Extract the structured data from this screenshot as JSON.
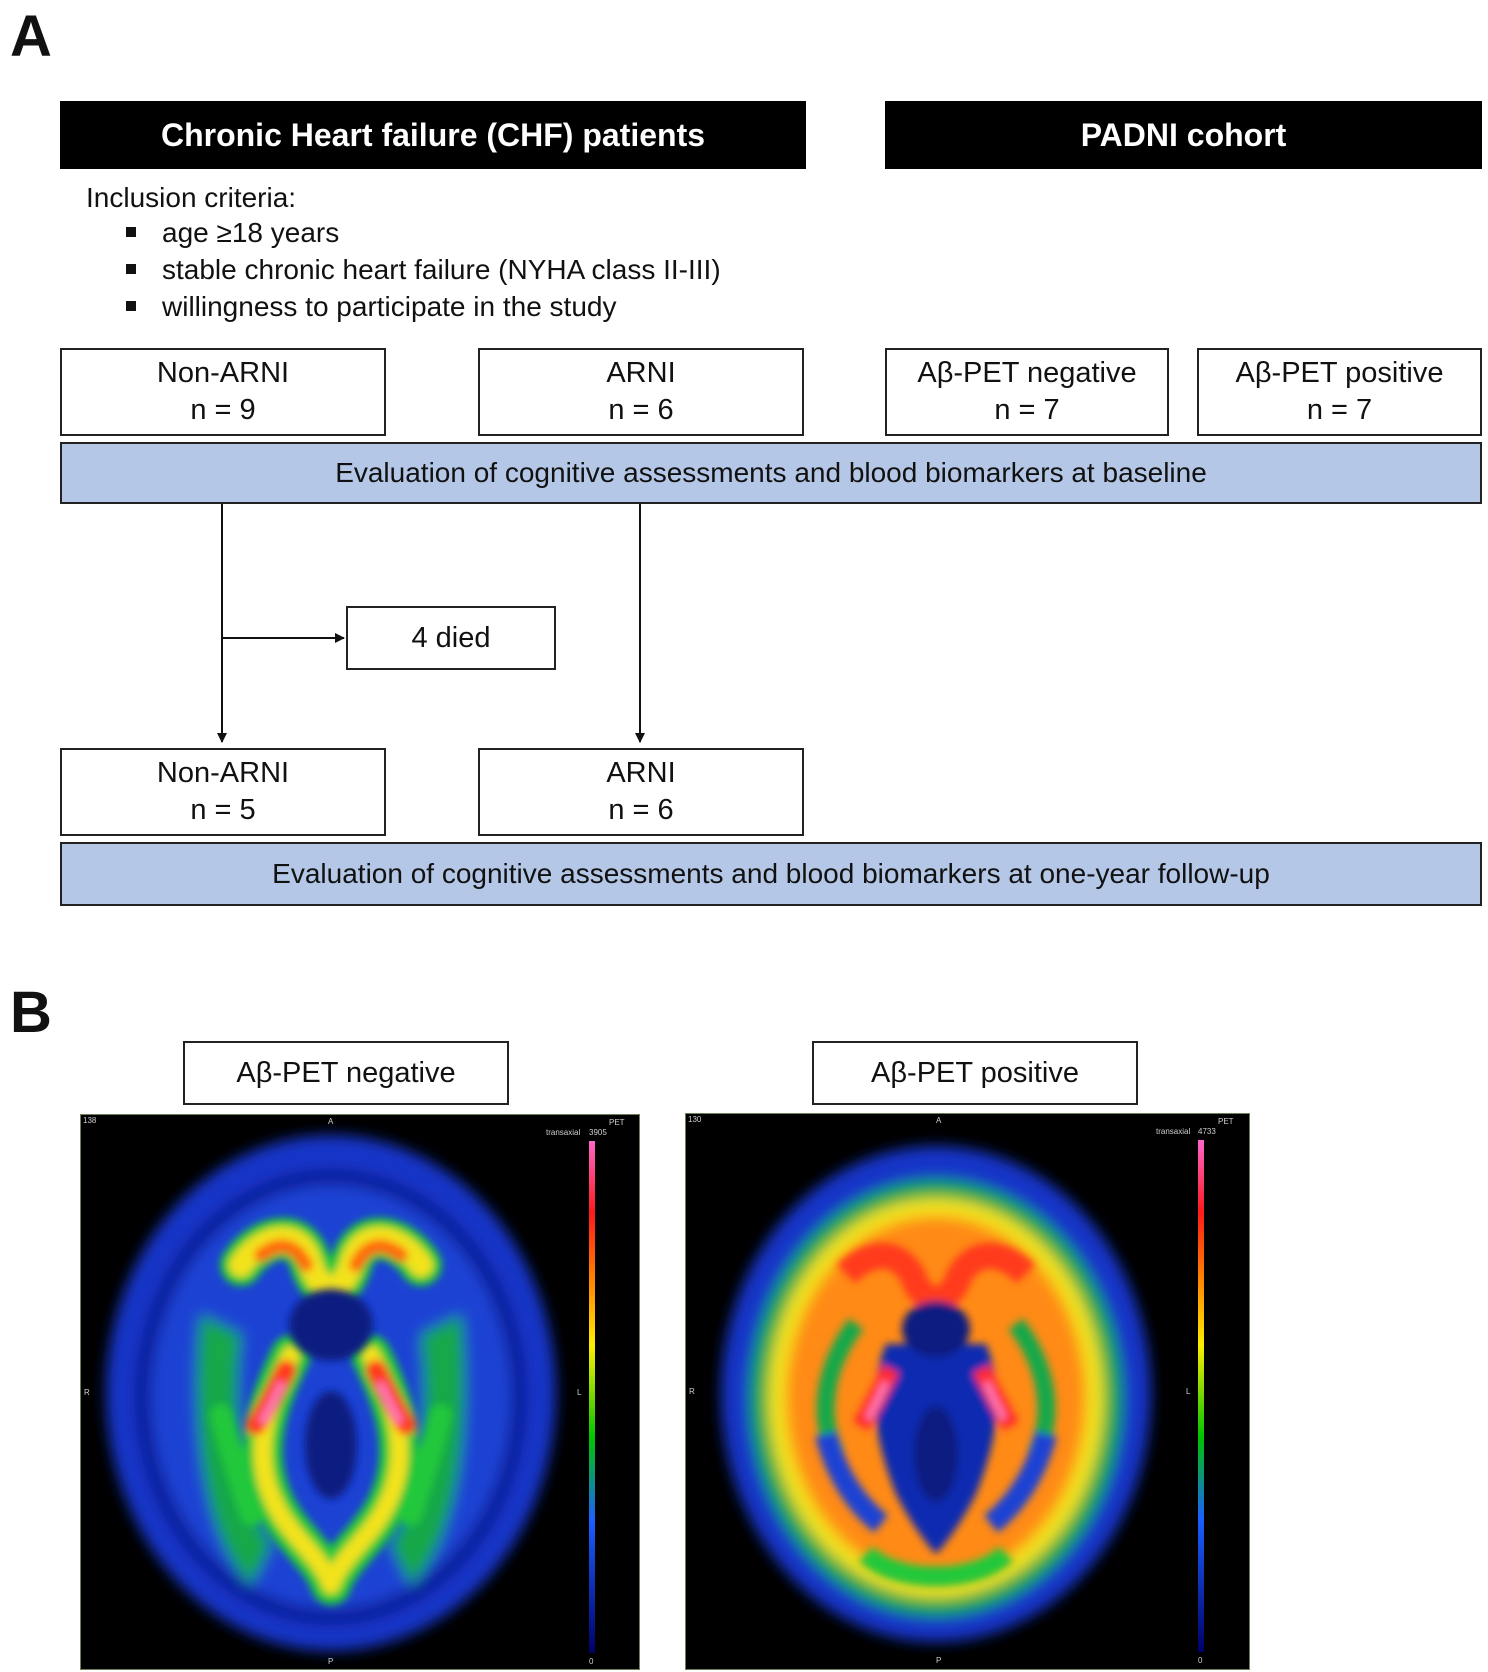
{
  "panel_a": {
    "letter": "A",
    "chf_header": "Chronic Heart failure (CHF) patients",
    "padni_header": "PADNI cohort",
    "inclusion_title": "Inclusion criteria:",
    "inclusion_items": [
      "age ≥18 years",
      "stable chronic heart failure (NYHA class II-III)",
      "willingness to participate in the study"
    ],
    "baseline_groups": [
      {
        "label": "Non-ARNI",
        "n": "n = 9"
      },
      {
        "label": "ARNI",
        "n": "n = 6"
      },
      {
        "label": "Aβ-PET negative",
        "n": "n = 7"
      },
      {
        "label": "Aβ-PET positive",
        "n": "n = 7"
      }
    ],
    "baseline_eval": "Evaluation of cognitive assessments and blood biomarkers at baseline",
    "died": "4 died",
    "followup_groups": [
      {
        "label": "Non-ARNI",
        "n": "n = 5"
      },
      {
        "label": "ARNI",
        "n": "n = 6"
      }
    ],
    "followup_eval": "Evaluation of cognitive assessments and blood biomarkers at one-year follow-up"
  },
  "panel_b": {
    "letter": "B",
    "negative": {
      "label": "Aβ-PET negative",
      "slice": "138",
      "view": "transaxial",
      "colorbar_title": "PET",
      "max": "3905",
      "min": "0",
      "orient": {
        "anterior": "A",
        "posterior": "P",
        "right": "R",
        "left": "L"
      }
    },
    "positive": {
      "label": "Aβ-PET positive",
      "slice": "130",
      "view": "transaxial",
      "colorbar_title": "PET",
      "max": "4733",
      "min": "0",
      "orient": {
        "anterior": "A",
        "posterior": "P",
        "right": "R",
        "left": "L"
      }
    }
  }
}
